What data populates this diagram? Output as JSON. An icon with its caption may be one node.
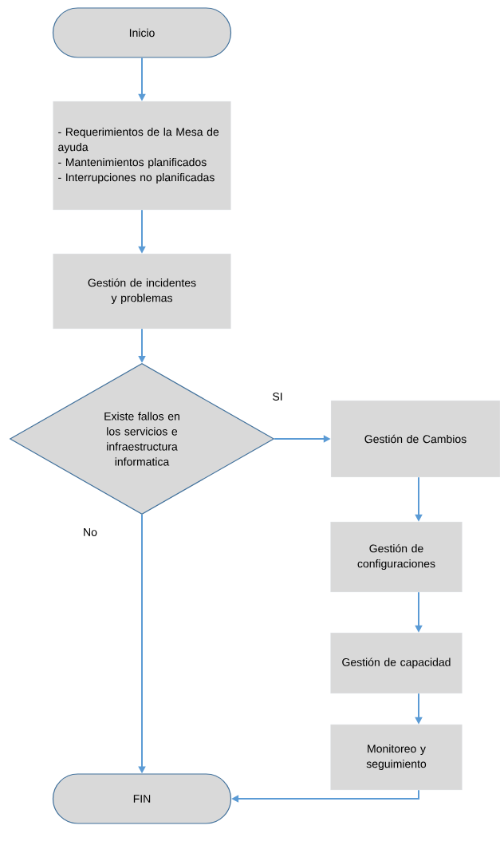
{
  "diagram": {
    "nodes": [
      {
        "text": [
          "Inicio"
        ]
      },
      {
        "text": [
          "- Requerimientos de la Mesa de ayuda",
          "- Mantenimientos planificados",
          "- Interrupciones no planificadas"
        ]
      },
      {
        "text": [
          "Gestión de incidentes y problemas"
        ]
      },
      {
        "text": [
          "Existe fallos en los servicios e infraestructura informatica"
        ]
      },
      {
        "text": [
          "Gestión de Cambios"
        ]
      },
      {
        "text": [
          "Gestión de configuraciones"
        ]
      },
      {
        "text": [
          "Gestión de capacidad"
        ]
      },
      {
        "text": [
          "Monitoreo y seguimiento"
        ]
      },
      {
        "text": [
          "FIN"
        ]
      }
    ],
    "edges": [
      {
        "from": 0,
        "to": 1,
        "arrow": "to"
      },
      {
        "from": 1,
        "to": 2,
        "arrow": "to"
      },
      {
        "from": 2,
        "to": 3,
        "arrow": "to"
      },
      {
        "from": 3,
        "to": 4,
        "arrow": "to",
        "label": "SI"
      },
      {
        "from": 3,
        "to": 8,
        "arrow": "to",
        "label": "No"
      },
      {
        "from": 4,
        "to": 5,
        "arrow": "to"
      },
      {
        "from": 5,
        "to": 6,
        "arrow": "to"
      },
      {
        "from": 6,
        "to": 7,
        "arrow": "to"
      },
      {
        "from": 7,
        "to": 8,
        "arrow": "to"
      }
    ]
  }
}
